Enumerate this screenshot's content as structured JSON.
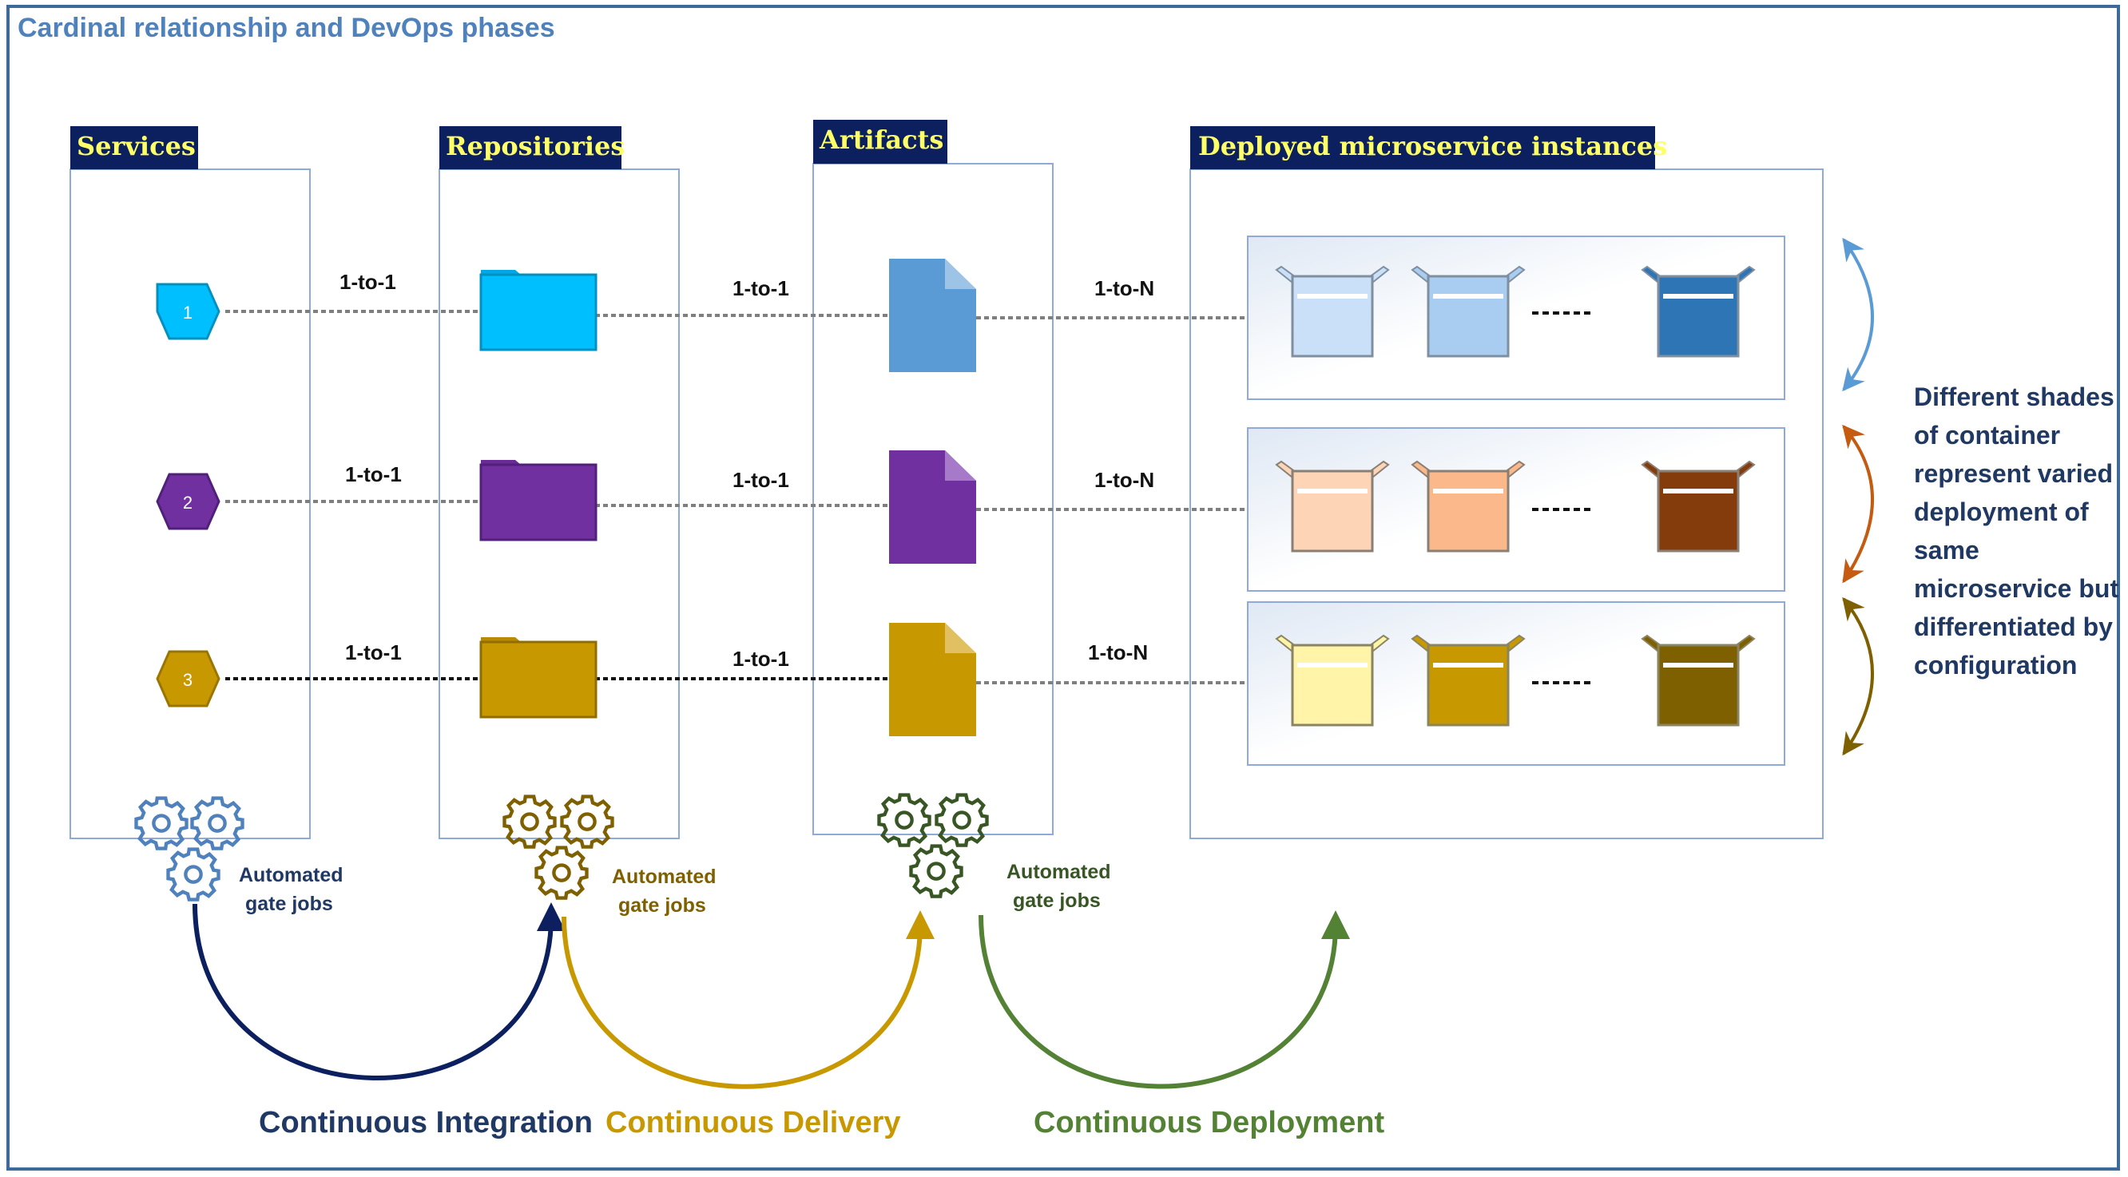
{
  "title": "Cardinal relationship and DevOps phases",
  "columns": {
    "services": "Services",
    "repositories": "Repositories",
    "artifacts": "Artifacts",
    "deployed": "Deployed microservice  instances"
  },
  "rows": [
    {
      "number": "1",
      "rel_repo": "1-to-1",
      "rel_artifact": "1-to-1",
      "rel_deploy": "1-to-N"
    },
    {
      "number": "2",
      "rel_repo": "1-to-1",
      "rel_artifact": "1-to-1",
      "rel_deploy": "1-to-N"
    },
    {
      "number": "3",
      "rel_repo": "1-to-1",
      "rel_artifact": "1-to-1",
      "rel_deploy": "1-to-N"
    }
  ],
  "gates": {
    "line1": "Automated",
    "line2": "gate jobs"
  },
  "phases": {
    "ci": "Continuous Integration",
    "cdel": "Continuous Delivery",
    "cdep": "Continuous Deployment"
  },
  "side_note": [
    "Different shades",
    "of container",
    "represent varied",
    "deployment of",
    "same",
    "microservice but",
    "differentiated by",
    "configuration"
  ],
  "colors": {
    "row1": "#00bfff",
    "row2": "#7030a0",
    "row3": "#c89800",
    "header_bg": "#0c2060",
    "header_text": "#ffff66",
    "ci": "#0c2060",
    "cdel": "#c89800",
    "cdep": "#548235",
    "title": "#4f81bd"
  }
}
